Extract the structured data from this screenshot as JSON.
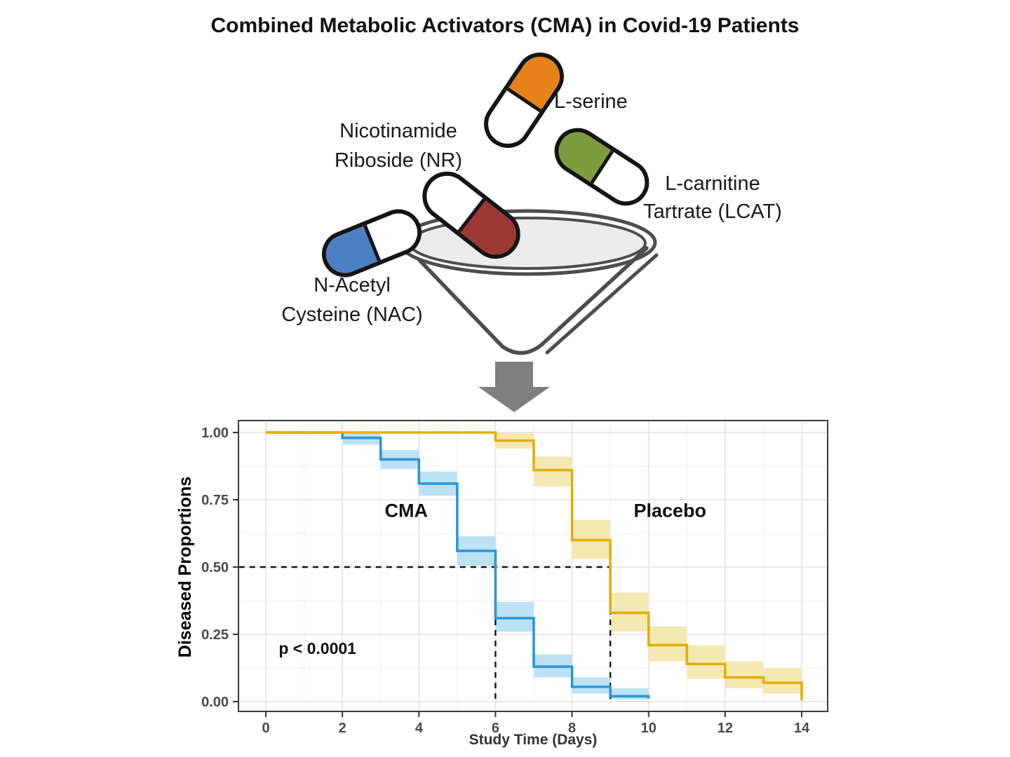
{
  "title": "Combined Metabolic Activators (CMA) in Covid-19 Patients",
  "capsules": [
    {
      "name": "L-serine",
      "label": "L-serine",
      "color": "#E6821A"
    },
    {
      "name": "Nicotinamide Riboside (NR)",
      "label_line1": "Nicotinamide",
      "label_line2": "Riboside (NR)",
      "color": "#9C3734"
    },
    {
      "name": "L-carnitine Tartrate (LCAT)",
      "label_line1": "L-carnitine",
      "label_line2": "Tartrate (LCAT)",
      "color": "#7D9C3E"
    },
    {
      "name": "N-Acetyl Cysteine (NAC)",
      "label_line1": "N-Acetyl",
      "label_line2": "Cysteine (NAC)",
      "color": "#4A80C3"
    }
  ],
  "illustration": {
    "funnel_fill": "#ECECEC",
    "funnel_stroke": "#4D4D4D",
    "arrow_color": "#7F7F7F"
  },
  "chart_data": {
    "type": "line",
    "subtype": "kaplan-meier-step-curves-with-confidence-bands",
    "title": "",
    "xlabel": "Study Time (Days)",
    "ylabel": "Diseased Proportions",
    "xlim": [
      -0.7,
      14.7
    ],
    "ylim": [
      -0.04,
      1.05
    ],
    "x_ticks": [
      0,
      2,
      4,
      6,
      8,
      10,
      12,
      14
    ],
    "y_ticks": [
      "0.00",
      "0.25",
      "0.50",
      "0.75",
      "1.00"
    ],
    "grid": "major and minor, light gray",
    "legend_position": "labels inside plot",
    "medians_days": {
      "CMA": 6,
      "Placebo": 9
    },
    "median_lines": {
      "y": 0.5,
      "x_start": -0.7,
      "x_end": 9,
      "verticals": [
        6,
        9
      ]
    },
    "annotations": {
      "cma_label": "CMA",
      "cma_pos": [
        3.67,
        0.71
      ],
      "placebo_label": "Placebo",
      "placebo_pos": [
        10.56,
        0.71
      ],
      "p_value": "p < 0.0001",
      "p_pos": [
        1.35,
        0.2
      ]
    },
    "series": [
      {
        "name": "CMA",
        "color": "#2E96D8",
        "band_color": "#BDE2F6",
        "steps": [
          [
            0,
            2,
            1.0
          ],
          [
            2,
            3,
            0.98
          ],
          [
            3,
            4,
            0.9
          ],
          [
            4,
            5,
            0.81
          ],
          [
            5,
            6,
            0.56
          ],
          [
            6,
            7,
            0.31
          ],
          [
            7,
            8,
            0.13
          ],
          [
            8,
            9,
            0.055
          ],
          [
            9,
            10,
            0.02
          ]
        ],
        "end_drop": [
          10,
          0.012
        ],
        "band": [
          [
            2,
            3,
            0.955,
            1.0
          ],
          [
            3,
            4,
            0.865,
            0.935
          ],
          [
            4,
            5,
            0.765,
            0.855
          ],
          [
            5,
            6,
            0.505,
            0.615
          ],
          [
            6,
            7,
            0.26,
            0.37
          ],
          [
            7,
            8,
            0.09,
            0.175
          ],
          [
            8,
            9,
            0.03,
            0.09
          ],
          [
            9,
            10,
            0.008,
            0.05
          ]
        ]
      },
      {
        "name": "Placebo",
        "color": "#E2AF0C",
        "band_color": "#F5E9B3",
        "steps": [
          [
            0,
            6,
            1.0
          ],
          [
            6,
            7,
            0.97
          ],
          [
            7,
            8,
            0.86
          ],
          [
            8,
            9,
            0.6
          ],
          [
            9,
            10,
            0.33
          ],
          [
            10,
            11,
            0.21
          ],
          [
            11,
            12,
            0.14
          ],
          [
            12,
            13,
            0.09
          ],
          [
            13,
            14,
            0.07
          ]
        ],
        "end_drop": [
          14,
          0.005
        ],
        "band": [
          [
            6,
            7,
            0.94,
            1.0
          ],
          [
            7,
            8,
            0.8,
            0.91
          ],
          [
            8,
            9,
            0.53,
            0.675
          ],
          [
            9,
            10,
            0.26,
            0.405
          ],
          [
            10,
            11,
            0.15,
            0.28
          ],
          [
            11,
            12,
            0.085,
            0.21
          ],
          [
            12,
            13,
            0.05,
            0.15
          ],
          [
            13,
            14,
            0.03,
            0.125
          ]
        ]
      }
    ]
  }
}
